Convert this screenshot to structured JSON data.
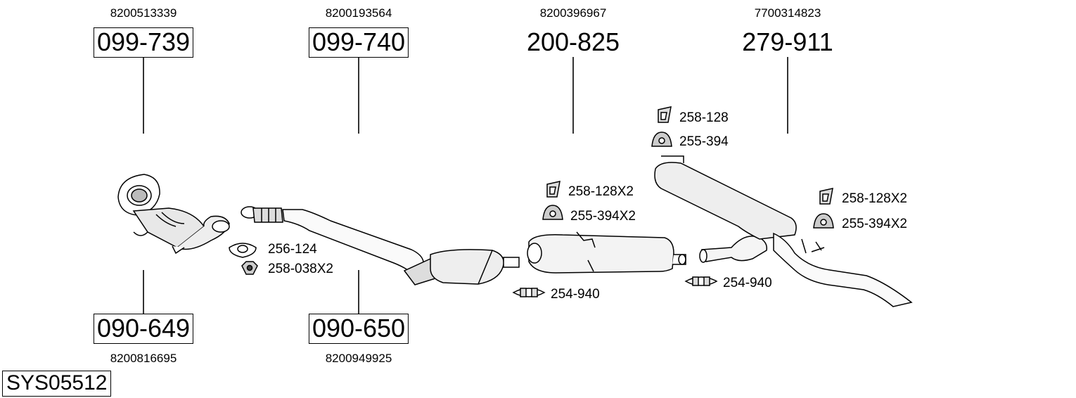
{
  "top_parts": [
    {
      "oem": "8200513339",
      "part": "099-739",
      "boxed": true
    },
    {
      "oem": "8200193564",
      "part": "099-740",
      "boxed": true
    },
    {
      "oem": "8200396967",
      "part": "200-825",
      "boxed": false
    },
    {
      "oem": "7700314823",
      "part": "279-911",
      "boxed": false
    }
  ],
  "bottom_parts": [
    {
      "oem": "8200816695",
      "part": "090-649",
      "boxed": true
    },
    {
      "oem": "8200949925",
      "part": "090-650",
      "boxed": true
    }
  ],
  "accessories": {
    "gasket_1": "256-124",
    "nut_1": "258-038X2",
    "clamp_1": "254-940",
    "clamp_2": "254-940",
    "hanger_a1": "258-128X2",
    "rubber_a1": "255-394X2",
    "hanger_b1": "258-128",
    "rubber_b1": "255-394",
    "hanger_c1": "258-128X2",
    "rubber_c1": "255-394X2"
  },
  "system_id": "SYS05512",
  "icons": [
    "gasket-icon",
    "nut-icon",
    "clamp-icon",
    "hanger-icon",
    "rubber-mount-icon"
  ]
}
